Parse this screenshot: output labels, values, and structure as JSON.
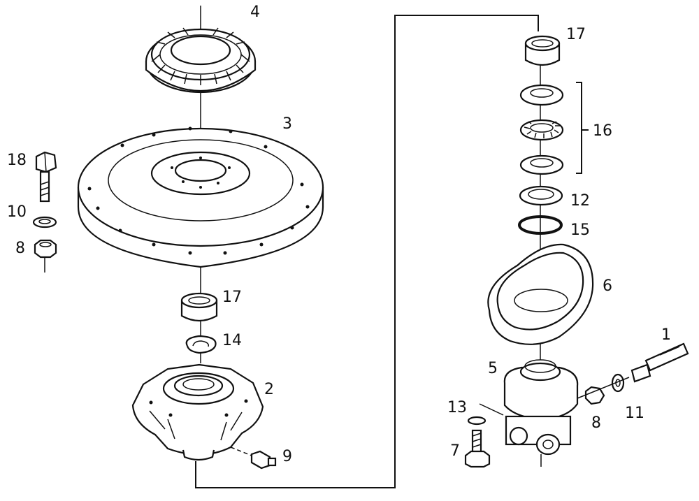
{
  "labels": {
    "p4": "4",
    "p3": "3",
    "p18": "18",
    "p10": "10",
    "p8_left": "8",
    "p17_left": "17",
    "p14": "14",
    "p2": "2",
    "p9": "9",
    "p17_right": "17",
    "p16": "16",
    "p12": "12",
    "p15": "15",
    "p6": "6",
    "p1": "1",
    "p5": "5",
    "p13": "13",
    "p8_right": "8",
    "p11": "11",
    "p7": "7"
  }
}
